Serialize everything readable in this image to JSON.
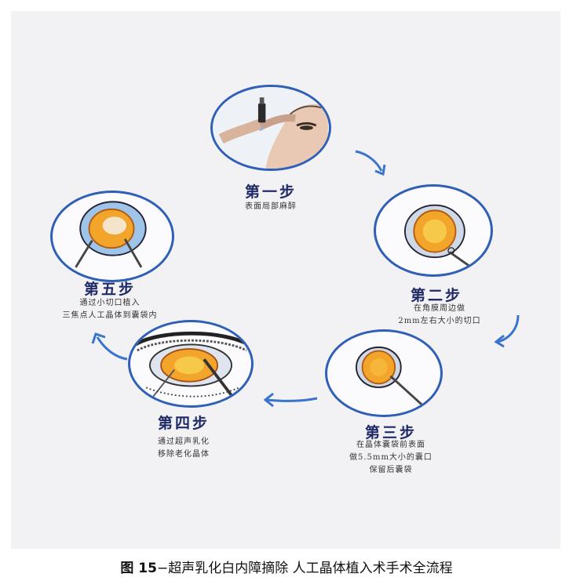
{
  "steps": [
    {
      "title": "第一步",
      "desc": [
        "表面局部麻醉"
      ]
    },
    {
      "title": "第二步",
      "desc": [
        "在角膜周边做",
        "2mm左右大小的切口"
      ]
    },
    {
      "title": "第三步",
      "desc": [
        "在晶体囊袋前表面",
        "做5.5mm大小的囊口",
        "保留后囊袋"
      ]
    },
    {
      "title": "第四步",
      "desc": [
        "通过超声乳化",
        "移除老化晶体"
      ]
    },
    {
      "title": "第五步",
      "desc": [
        "通过小切口植入",
        "三焦点人工晶体到囊袋内"
      ]
    }
  ],
  "caption": {
    "label": "图 15",
    "text": "−超声乳化白内障摘除    人工晶体植入术手术全流程"
  },
  "colors": {
    "ring": "#2f5fb6",
    "iris": "#f2a52a",
    "title": "#202a66"
  }
}
